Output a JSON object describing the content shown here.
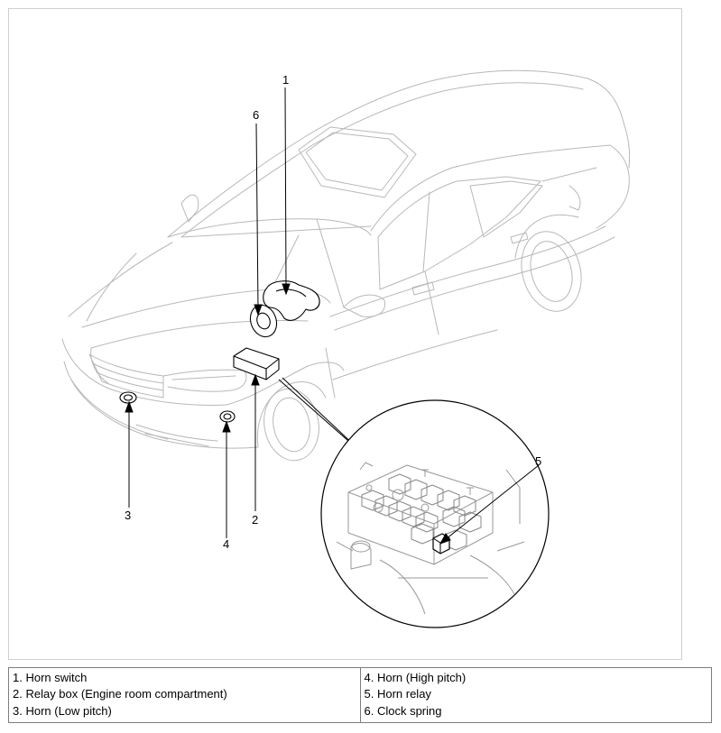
{
  "callouts": [
    {
      "number": "1"
    },
    {
      "number": "2"
    },
    {
      "number": "3"
    },
    {
      "number": "4"
    },
    {
      "number": "5"
    },
    {
      "number": "6"
    }
  ],
  "legend": {
    "left": [
      "1. Horn switch",
      "2. Relay box (Engine room compartment)",
      "3. Horn (Low pitch)"
    ],
    "right": [
      "4. Horn (High pitch)",
      "5. Horn relay",
      "6. Clock spring"
    ]
  }
}
